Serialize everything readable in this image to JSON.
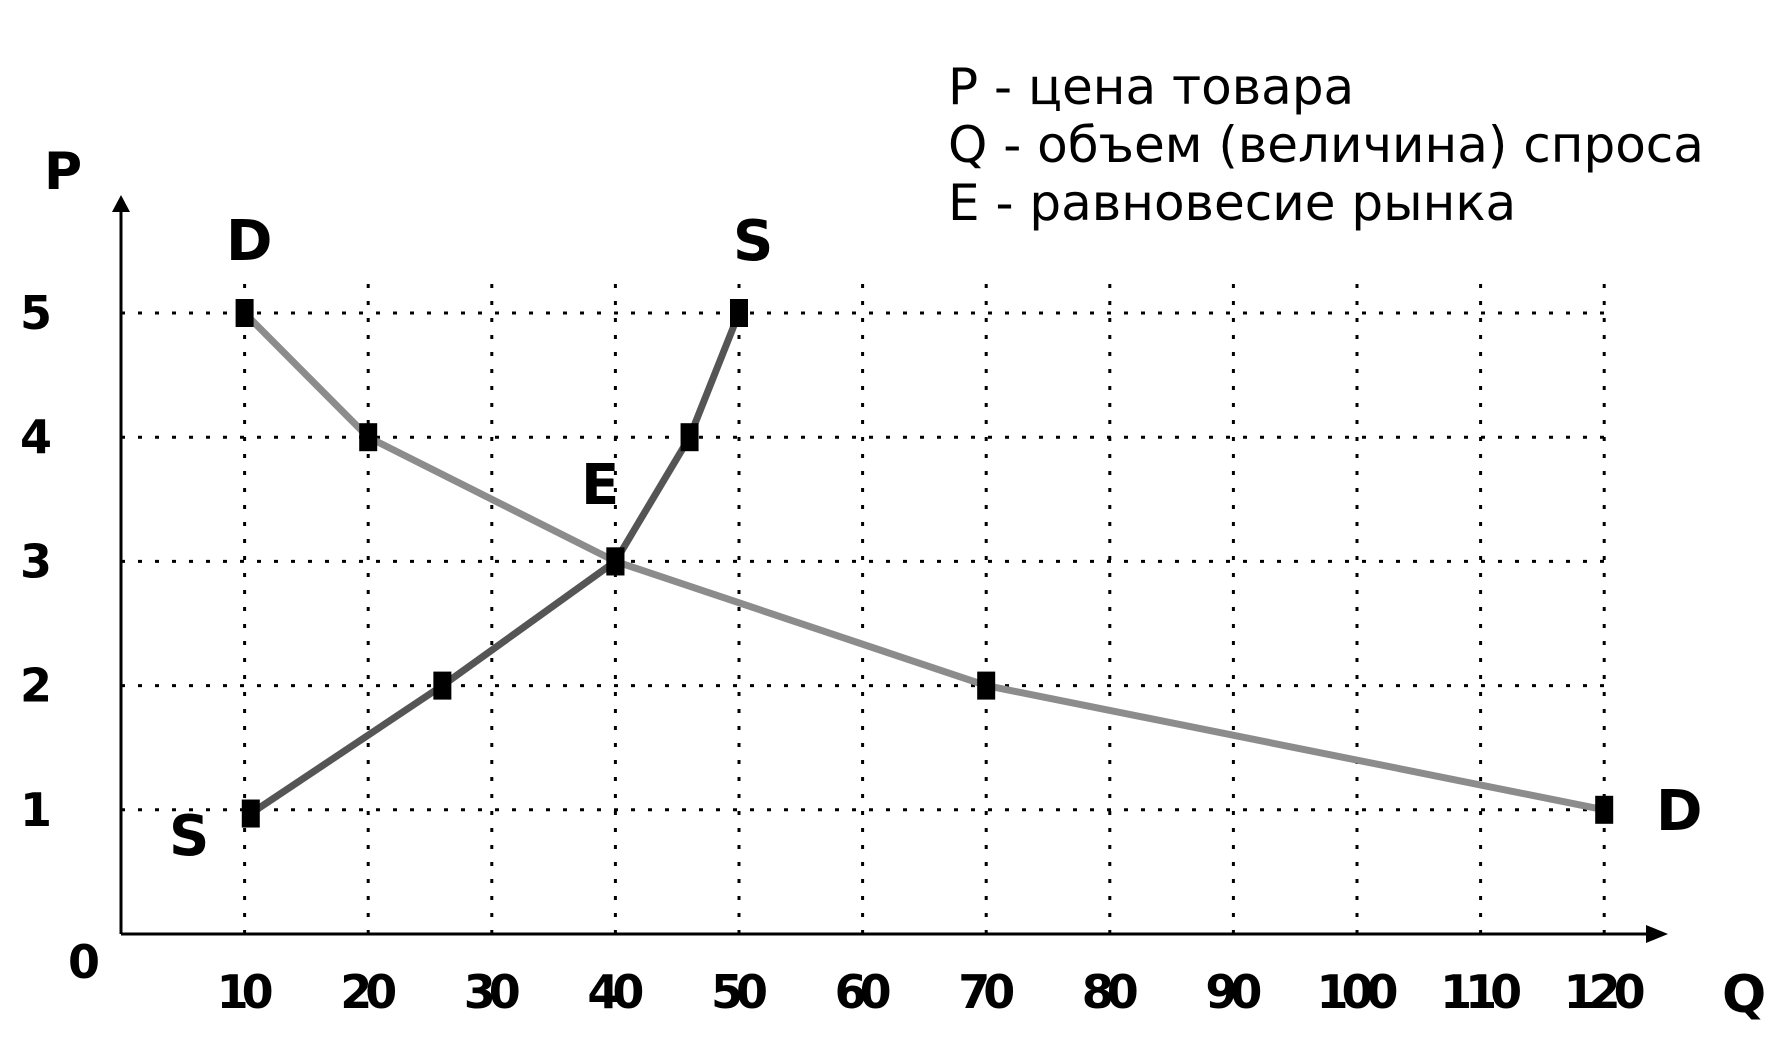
{
  "chart_data": {
    "type": "line",
    "xlabel": "Q",
    "ylabel": "P",
    "origin_label": "0",
    "xlim": [
      0,
      125
    ],
    "ylim": [
      0,
      5.7
    ],
    "x_ticks": [
      10,
      20,
      30,
      40,
      50,
      60,
      70,
      80,
      90,
      100,
      110,
      120
    ],
    "y_ticks": [
      1,
      2,
      3,
      4,
      5
    ],
    "grid": true,
    "series": [
      {
        "name": "D",
        "color": "#8c8c8c",
        "points": [
          [
            10,
            5
          ],
          [
            20,
            4
          ],
          [
            40,
            3
          ],
          [
            70,
            2
          ],
          [
            120,
            1
          ]
        ]
      },
      {
        "name": "S",
        "color": "#555555",
        "points": [
          [
            10.5,
            0.97
          ],
          [
            26,
            2
          ],
          [
            40,
            3
          ],
          [
            46,
            4
          ],
          [
            50,
            5
          ]
        ]
      }
    ],
    "annotations": [
      {
        "text": "D"
      },
      {
        "text": "D"
      },
      {
        "text": "S"
      },
      {
        "text": "S"
      },
      {
        "text": "E"
      }
    ],
    "legend": [
      "P - цена товара",
      "Q - объем (величина) спроса",
      "E - равновесие рынка"
    ]
  }
}
